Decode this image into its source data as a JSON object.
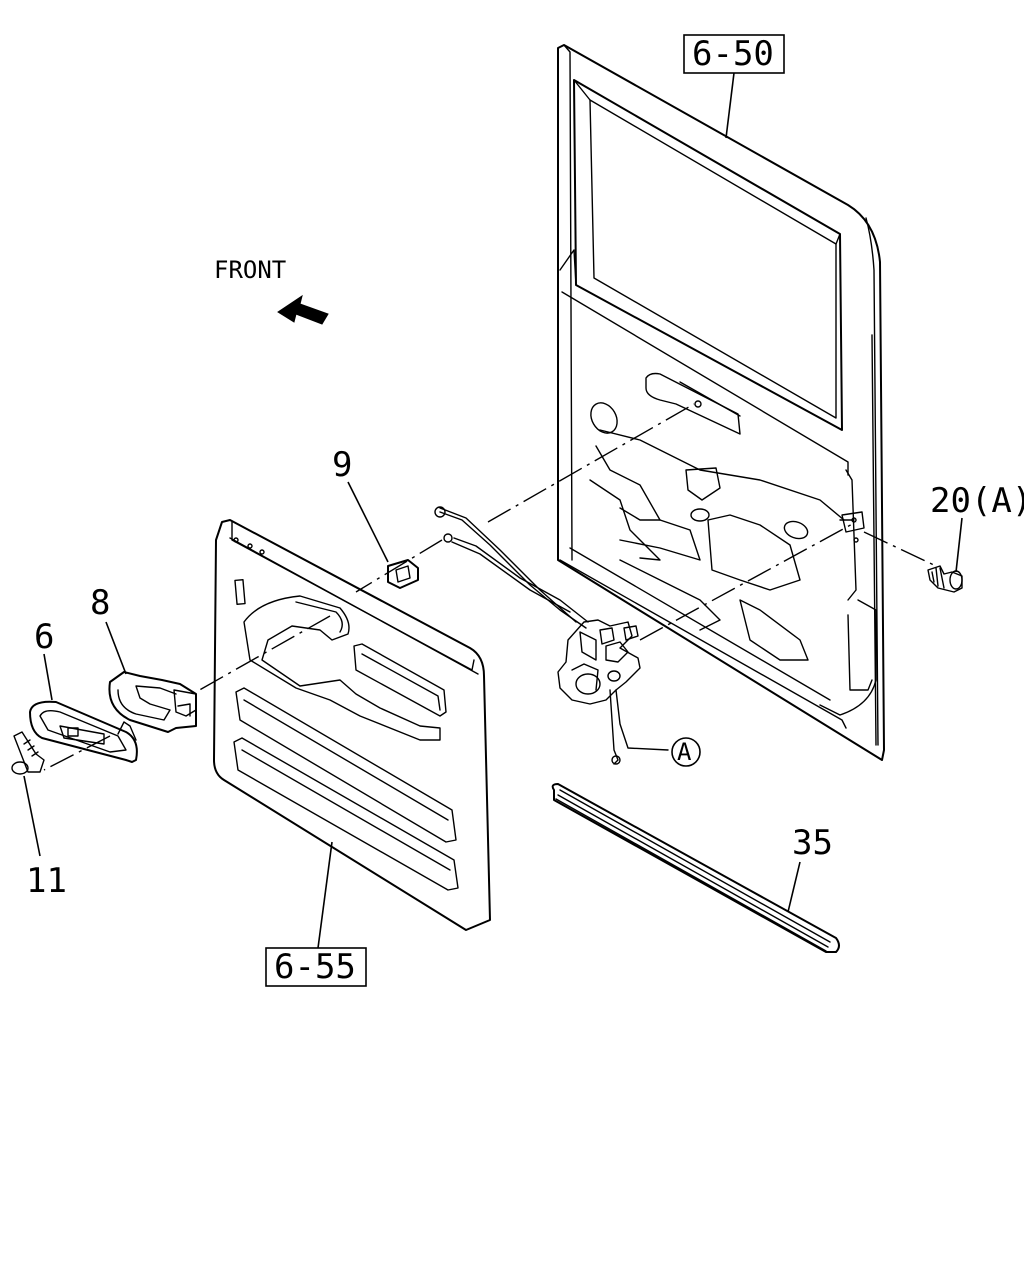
{
  "direction": {
    "label": "FRONT"
  },
  "callouts": {
    "door_ref": "6-50",
    "trim_ref": "6-55",
    "cap": "9",
    "bolt": "20(A)",
    "handle": "8",
    "escutcheon": "6",
    "screw": "11",
    "weatherstrip": "35",
    "circle_a": "A"
  },
  "colors": {
    "line": "#000000",
    "background": "#ffffff"
  }
}
